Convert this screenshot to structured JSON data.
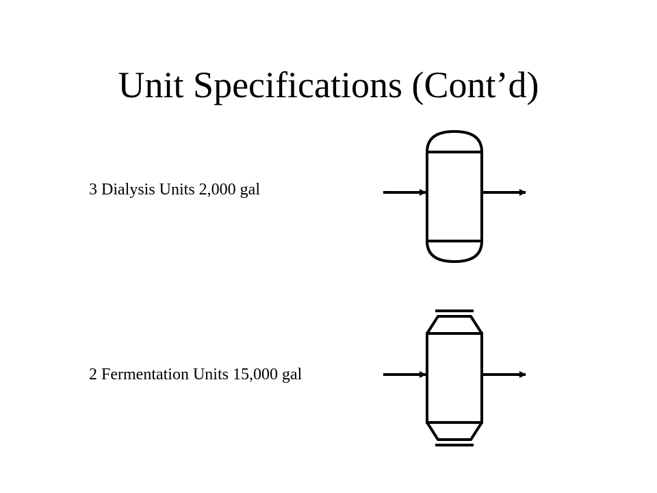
{
  "slide": {
    "title": "Unit Specifications (Cont’d)"
  },
  "units": [
    {
      "label": "3 Dialysis Units 2,000 gal",
      "icon": "dialysis-vessel-icon"
    },
    {
      "label": "2 Fermentation Units 15,000 gal",
      "icon": "fermentation-vessel-icon"
    }
  ],
  "colors": {
    "ink": "#000000",
    "background": "#ffffff"
  }
}
